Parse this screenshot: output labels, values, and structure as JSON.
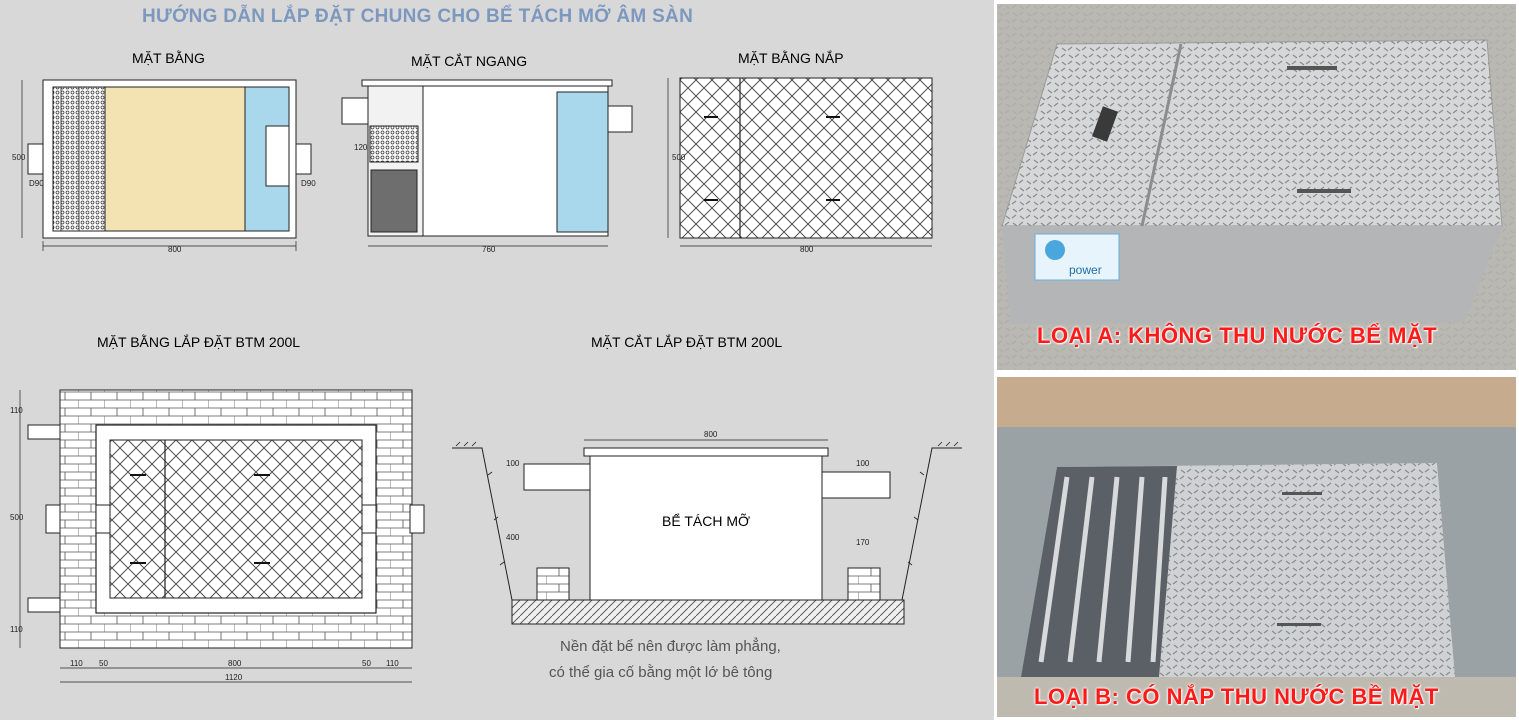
{
  "title": "HƯỚNG DẪN LẮP ĐẶT CHUNG CHO BỂ TÁCH MỠ ÂM SÀN",
  "views": {
    "plan": "MẶT BẰNG",
    "cross_section": "MẶT CẮT NGANG",
    "lid_plan": "MẶT BẰNG NẮP",
    "install_plan": "MẶT BẰNG LẮP ĐẶT BTM 200L",
    "install_section": "MẶT CẮT LẮP ĐẶT BTM 200L"
  },
  "dimensions": {
    "plan_width": "800",
    "plan_height": "500",
    "pipe_left": "D90",
    "pipe_right": "D90",
    "section_width": "760",
    "section_basket": "120",
    "lid_width": "800",
    "lid_height": "500",
    "install_total": "1120",
    "install_inner": "800",
    "install_side_left": "110",
    "install_side_right": "110",
    "install_gap_left": "50",
    "install_gap_right": "50",
    "install_height": "500",
    "install_top": "110",
    "install_bottom": "110",
    "sect_top_width": "800",
    "sect_depth_left": "100",
    "sect_depth_main": "400",
    "sect_depth_right": "100",
    "sect_depth_outlet": "170"
  },
  "tank_label": "BỂ TÁCH MỠ",
  "note_lines": [
    "Nền đặt bể  nên được  làm phẳng,",
    "có thể gia cố bằng một lớ bê tông"
  ],
  "photos": {
    "type_a_caption": "LOẠI A: KHÔNG THU NƯỚC BỂ MẶT",
    "type_b_caption": "LOẠI B: CÓ NẮP THU NƯỚC BỀ MẶT",
    "brand_sticker": "power"
  },
  "colors": {
    "title": "#7c98bf",
    "caption": "#ff1a1a",
    "grease_chamber": "#f3e3b3",
    "outlet_chamber": "#a9d8ec",
    "panel_bg": "#d8d8d8"
  }
}
